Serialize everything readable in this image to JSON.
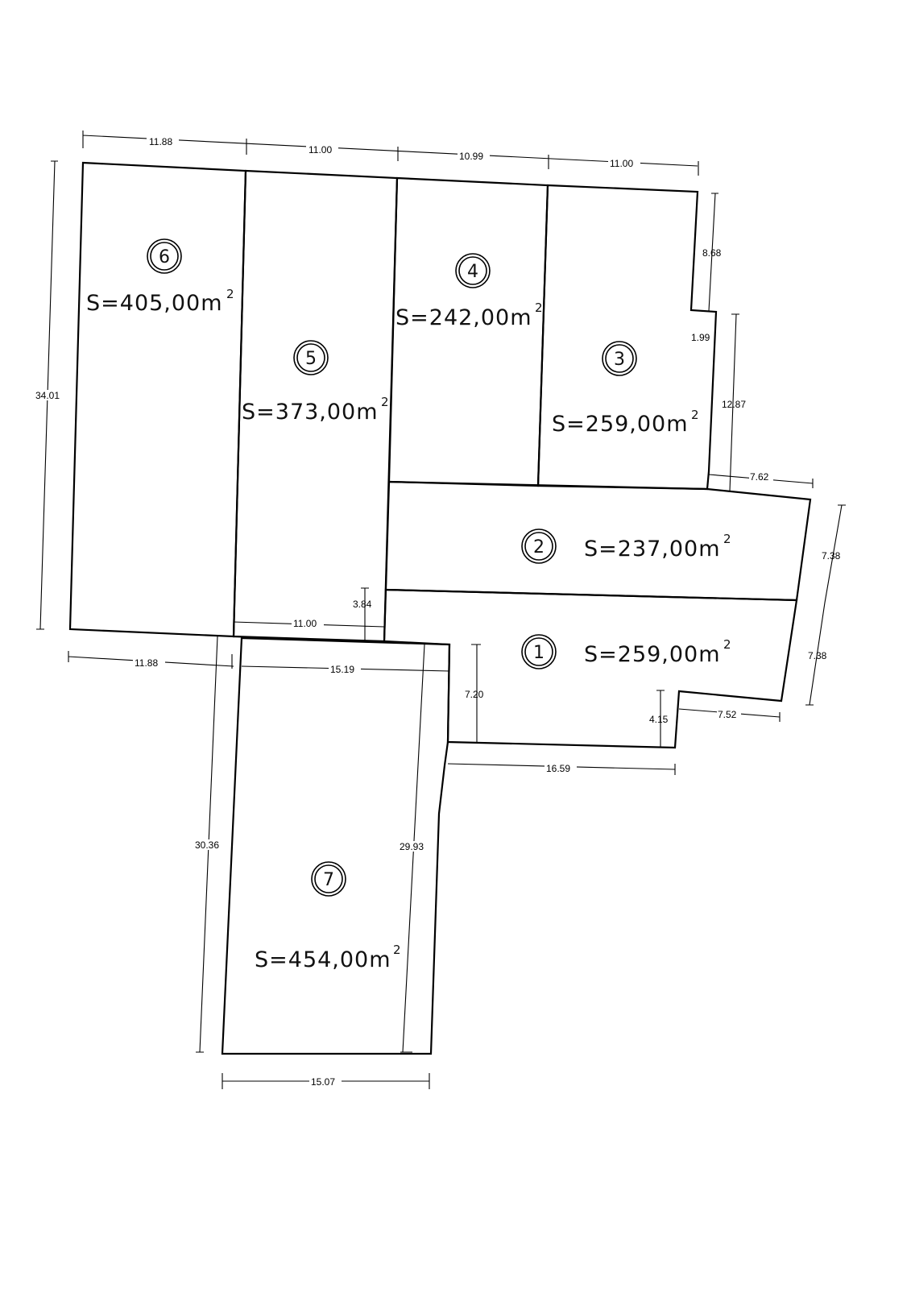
{
  "parcels": [
    {
      "number": "1",
      "area": "S=259,00m",
      "unit_sup": "2"
    },
    {
      "number": "2",
      "area": "S=237,00m",
      "unit_sup": "2"
    },
    {
      "number": "3",
      "area": "S=259,00m",
      "unit_sup": "2"
    },
    {
      "number": "4",
      "area": "S=242,00m",
      "unit_sup": "2"
    },
    {
      "number": "5",
      "area": "S=373,00m",
      "unit_sup": "2"
    },
    {
      "number": "6",
      "area": "S=405,00m",
      "unit_sup": "2"
    },
    {
      "number": "7",
      "area": "S=454,00m",
      "unit_sup": "2"
    }
  ],
  "dimensions": {
    "top_6": "11.88",
    "top_5": "11.00",
    "top_4": "10.99",
    "top_3": "11.00",
    "right_upper": "8.68",
    "step_small": "1.99",
    "right_lower": "12.87",
    "step_right": "7.62",
    "right_2": "7.38",
    "right_1": "7.38",
    "notch_width": "7.52",
    "notch_depth": "4.15",
    "bottom_1": "16.59",
    "left_1": "7.20",
    "left_total": "34.01",
    "bottom_6": "11.88",
    "bottom_5": "11.00",
    "step_5": "3.84",
    "top_7": "15.19",
    "left_7": "30.36",
    "right_7": "29.93",
    "bottom_7": "15.07"
  }
}
